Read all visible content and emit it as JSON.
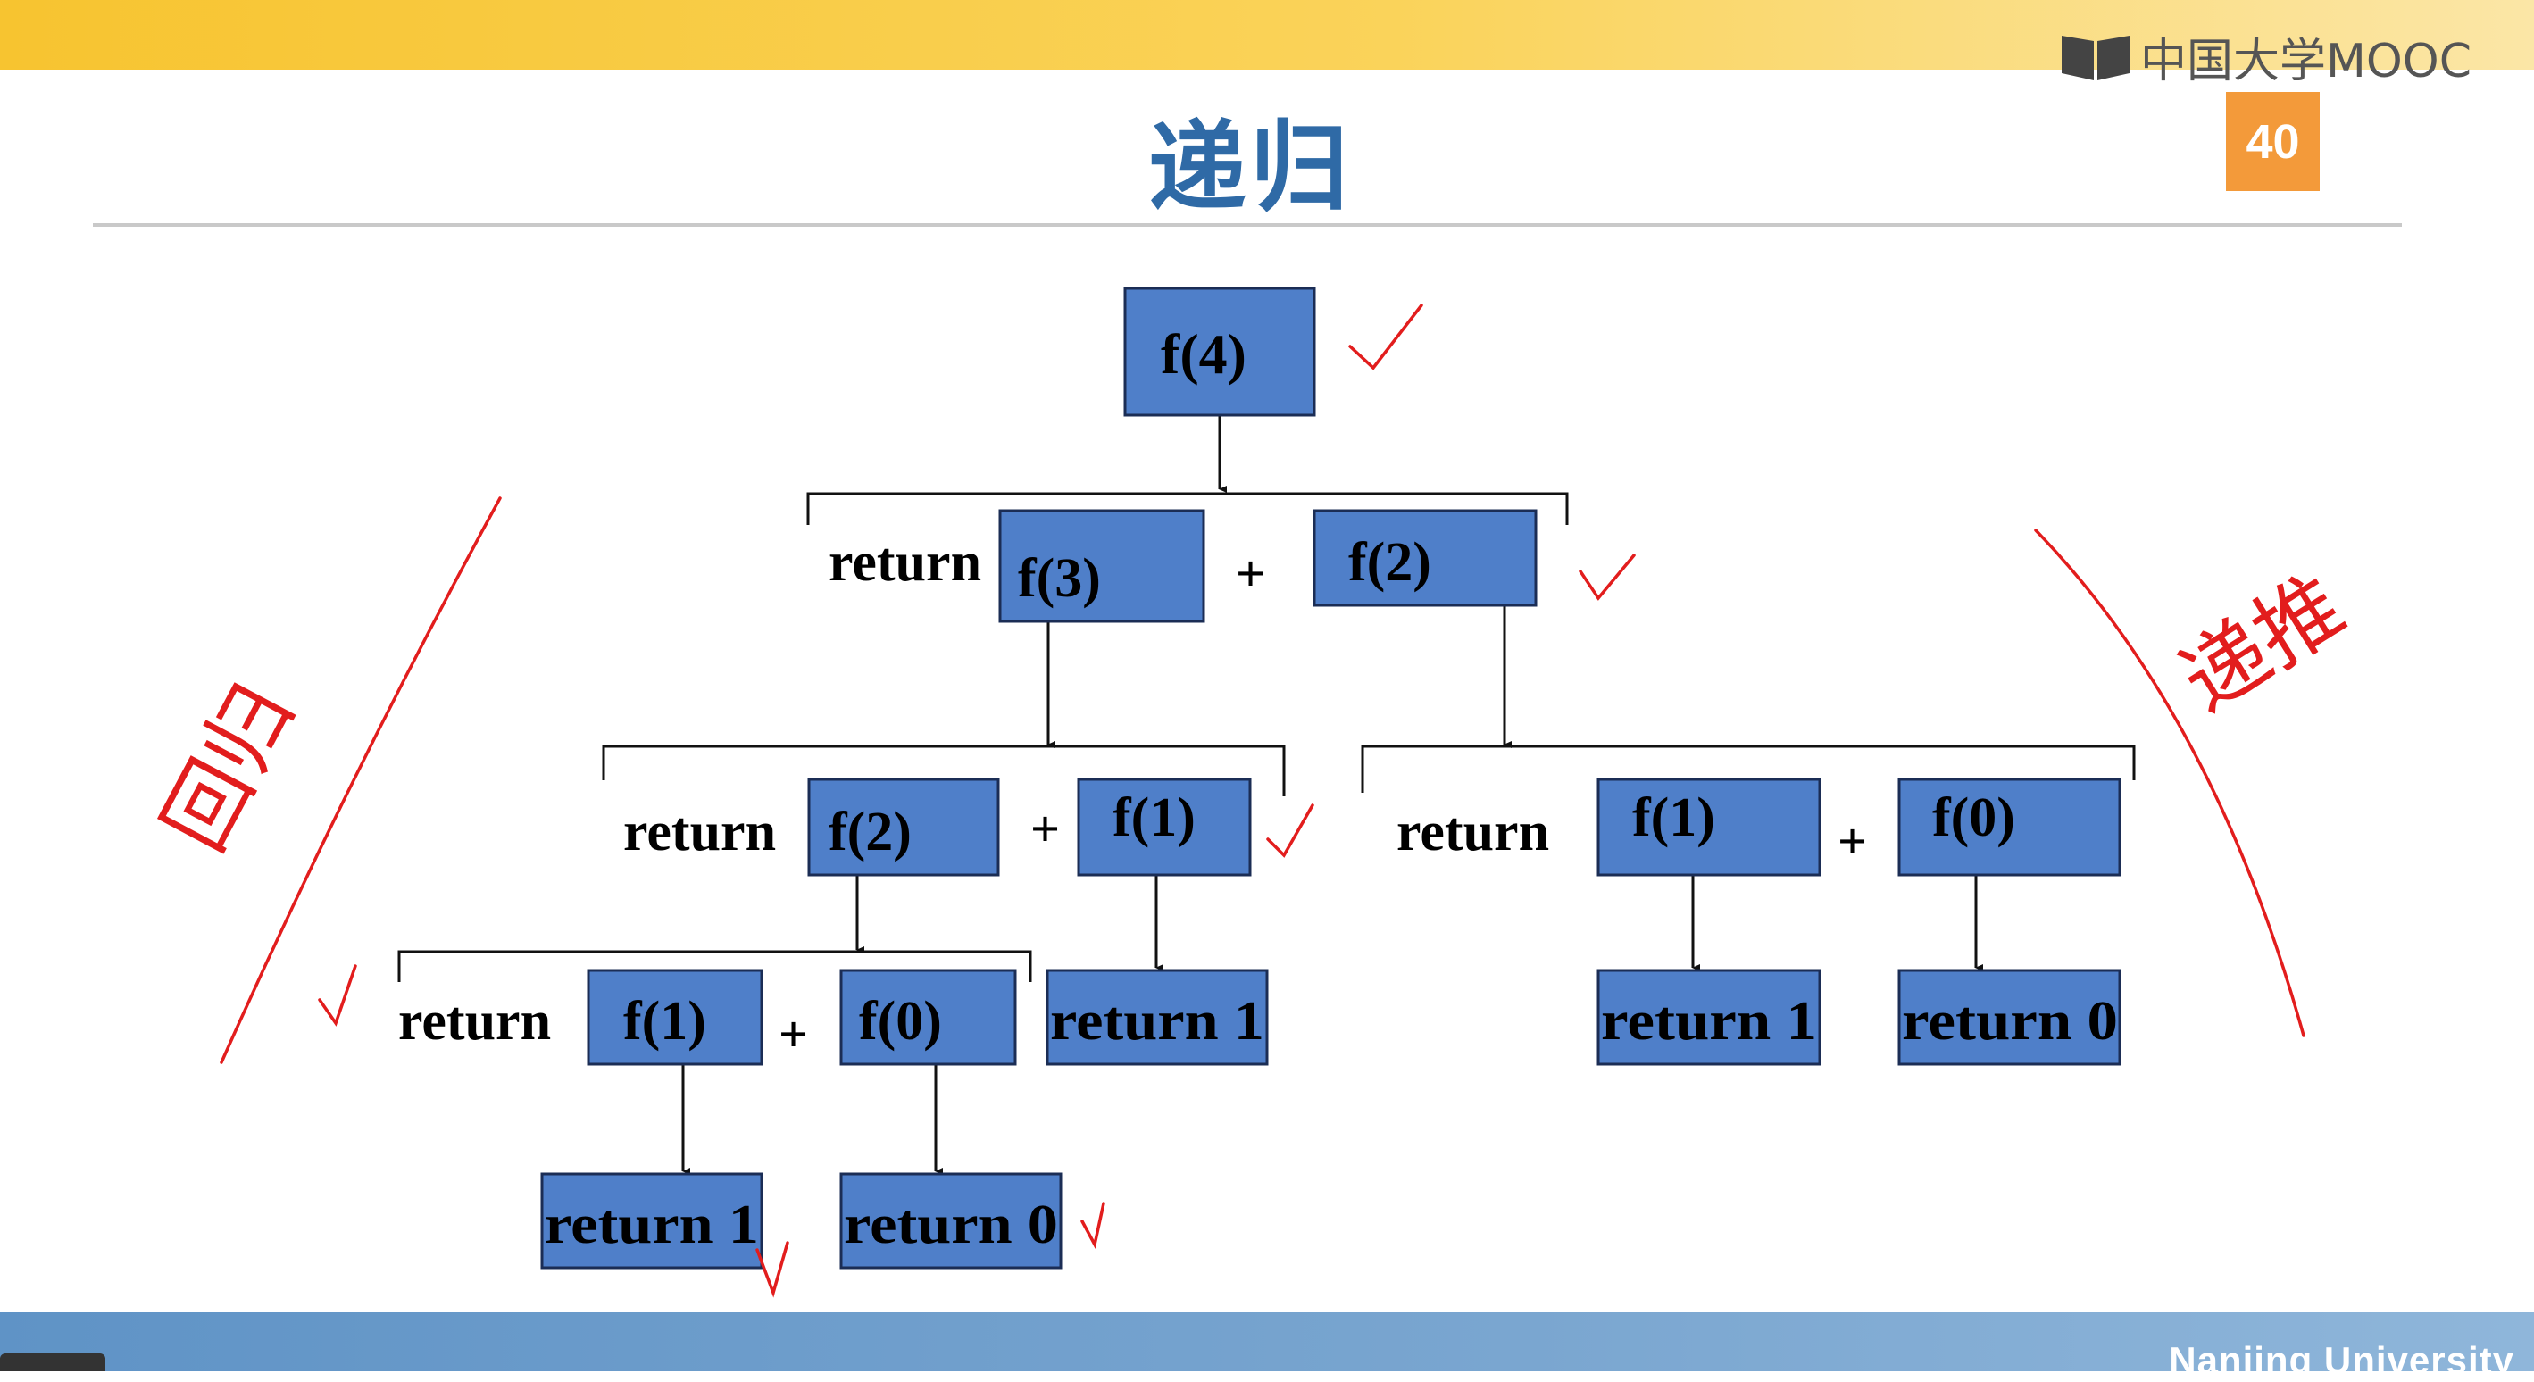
{
  "slide": {
    "title": "递归",
    "page_number": "40",
    "logo_text": "中国大学MOOC",
    "footer_text": "Nanjing University"
  },
  "diagram": {
    "nodes": {
      "f4": "f(4)",
      "f3": "f(3)",
      "f2_top": "f(2)",
      "f2_left": "f(2)",
      "f1_mid": "f(1)",
      "f1_right": "f(1)",
      "f0_right": "f(0)",
      "f1_bottom": "f(1)",
      "f0_bottom": "f(0)",
      "ret1_mid": "return 1",
      "ret1_right": "return 1",
      "ret0_right": "return 0",
      "ret1_bottom": "return 1",
      "ret0_bottom": "return 0"
    },
    "labels": {
      "return_text": "return",
      "plus": "+"
    }
  },
  "annotations": {
    "left_handwriting": "回归",
    "right_handwriting": "递推",
    "check_mark": "✓",
    "ink_color": "#e21d1d"
  },
  "colors": {
    "box_fill": "#4f7fc9",
    "box_border": "#1b2d55",
    "title_color": "#2f6aa6",
    "top_band": "#f7c430",
    "page_badge": "#f39a3a",
    "bottom_band": "#6b9bcb"
  }
}
